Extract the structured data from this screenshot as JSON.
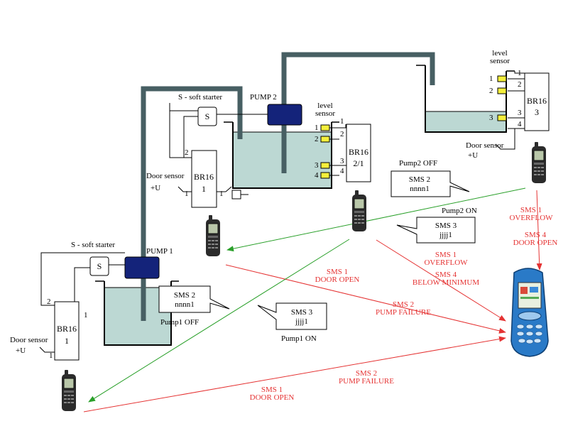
{
  "colors": {
    "pipe": "#475f63",
    "water": "#bcd8d3",
    "pump": "#14237a",
    "sensor": "#f5f03c",
    "red_arrow": "#e53333",
    "green_arrow": "#2aa02a"
  },
  "labels": {
    "soft_starter_2": "S - soft starter",
    "soft_starter_1": "S - soft starter",
    "s_letter": "S",
    "pump2": "PUMP 2",
    "pump1": "PUMP 1",
    "level_sensor_2_line1": "level",
    "level_sensor_2_line2": "sensor",
    "level_sensor_3_line1": "level",
    "level_sensor_3_line2": "sensor",
    "door_sensor": "Door sensor",
    "plus_u": "+U",
    "pump2_off": "Pump2 OFF",
    "pump2_on": "Pump2 ON",
    "pump1_off": "Pump1 OFF",
    "pump1_on": "Pump1 ON"
  },
  "modules": {
    "br16_1_main": {
      "line1": "BR16",
      "line2": "1"
    },
    "br16_1_left": {
      "line1": "BR16",
      "line2": "1"
    },
    "br16_2": {
      "line1": "BR16",
      "line2": "2/1"
    },
    "br16_3": {
      "line1": "BR16",
      "line2": "3"
    }
  },
  "pins": {
    "p1": "1",
    "p2": "2",
    "p3": "3",
    "p4": "4"
  },
  "sms_boxes": {
    "pump2_off": {
      "line1": "SMS 2",
      "line2": "nnnn1"
    },
    "pump2_on": {
      "line1": "SMS 3",
      "line2": "jjjj1"
    },
    "pump1_off": {
      "line1": "SMS 2",
      "line2": "nnnn1"
    },
    "pump1_on": {
      "line1": "SMS 3",
      "line2": "jjjj1"
    }
  },
  "messages": {
    "right_top_1": "SMS 1",
    "right_top_2": "OVERFLOW",
    "right_top_3": "SMS 4",
    "right_top_4": "DOOR OPEN",
    "mid_1": "SMS 1",
    "mid_2": "OVERFLOW",
    "mid_3": "SMS 4",
    "mid_4": "BELOW MINIMUM",
    "center_1": "SMS 1",
    "center_2": "DOOR OPEN",
    "center_3": "SMS 2",
    "center_4": "PUMP FAILURE",
    "bottom_1": "SMS 2",
    "bottom_2": "PUMP FAILURE",
    "bottom_3": "SMS 1",
    "bottom_4": "DOOR OPEN"
  }
}
